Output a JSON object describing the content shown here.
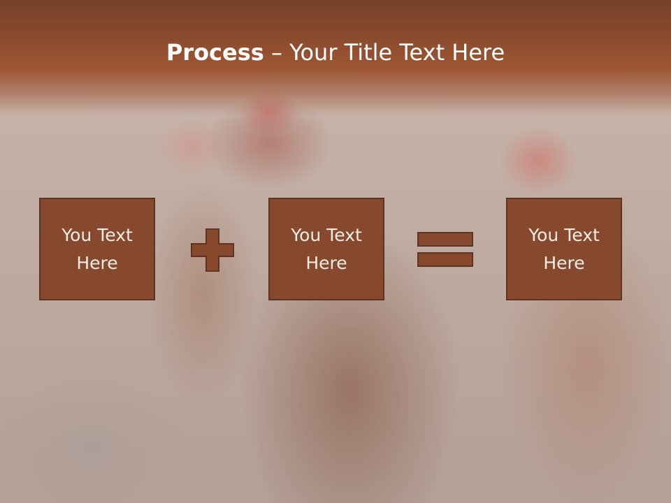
{
  "slide": {
    "title_bold": "Process",
    "title_rest": " – Your Title Text Here",
    "colors": {
      "band": "#8a4a2d",
      "box_fill": "#87492d",
      "box_border": "#5e3322",
      "text": "#ffffff"
    }
  },
  "boxes": [
    {
      "line1": "You Text",
      "line2": "Here"
    },
    {
      "line1": "You Text",
      "line2": "Here"
    },
    {
      "line1": "You Text",
      "line2": "Here"
    }
  ],
  "operators": {
    "first": "plus-icon",
    "second": "equals-icon"
  }
}
